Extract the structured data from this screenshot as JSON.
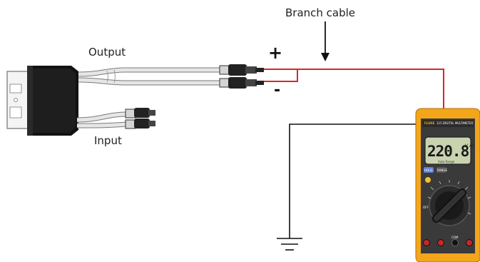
{
  "labels": {
    "branch_cable": "Branch cable",
    "output": "Output",
    "input": "Input",
    "plus": "+",
    "minus": "-"
  },
  "multimeter": {
    "reading": "220.8",
    "unit": "V AC",
    "brand": "FLUKE",
    "model": "115 DIGITAL MULTIMETER",
    "caption": "Auto Range",
    "hold_label": "HOLD",
    "range_label": "RANGE",
    "off_label": "OFF",
    "com_label": "COM"
  },
  "colors": {
    "wire_positive": "#d9262b",
    "wire_ground": "#111111",
    "meter_body": "#f4a61b",
    "meter_face": "#3a3a3a",
    "lcd": "#c9d3b0",
    "device": "#111111"
  },
  "icons": [
    "arrow-down-icon",
    "ground-symbol-icon",
    "multimeter-icon",
    "inverter-device-icon",
    "connector-icon"
  ]
}
